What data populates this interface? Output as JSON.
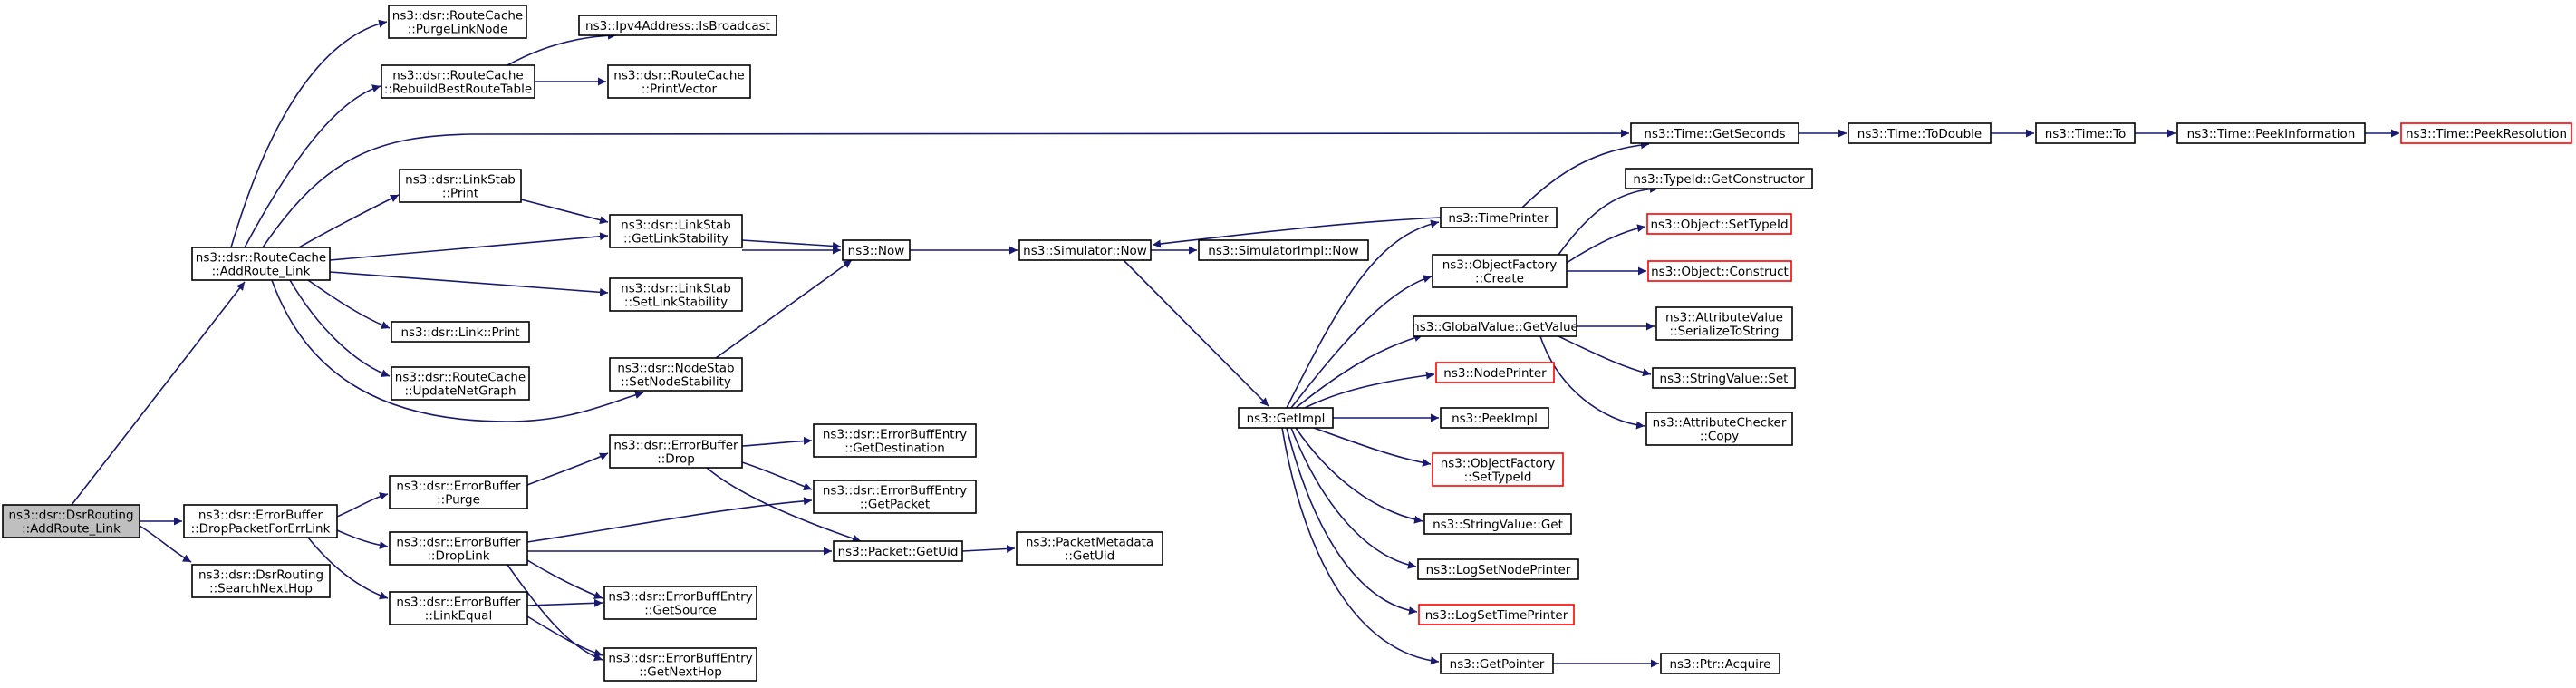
{
  "graph": {
    "colors": {
      "edge": "#191970",
      "node_border": "#000000",
      "truncated_border": "#ff0000",
      "root_fill": "#bfbfbf",
      "background": "#ffffff"
    },
    "nodes": [
      {
        "id": "root",
        "lines": [
          "ns3::dsr::DsrRouting",
          "::AddRoute_Link"
        ],
        "kind": "root"
      },
      {
        "id": "rc_addroute",
        "lines": [
          "ns3::dsr::RouteCache",
          "::AddRoute_Link"
        ]
      },
      {
        "id": "eb_droppacket",
        "lines": [
          "ns3::dsr::ErrorBuffer",
          "::DropPacketForErrLink"
        ]
      },
      {
        "id": "dsr_searchnexthop",
        "lines": [
          "ns3::dsr::DsrRouting",
          "::SearchNextHop"
        ]
      },
      {
        "id": "rc_purgelinknode",
        "lines": [
          "ns3::dsr::RouteCache",
          "::PurgeLinkNode"
        ]
      },
      {
        "id": "rc_rebuild",
        "lines": [
          "ns3::dsr::RouteCache",
          "::RebuildBestRouteTable"
        ]
      },
      {
        "id": "ipv4_isbroadcast",
        "lines": [
          "ns3::Ipv4Address::IsBroadcast"
        ]
      },
      {
        "id": "rc_printvector",
        "lines": [
          "ns3::dsr::RouteCache",
          "::PrintVector"
        ]
      },
      {
        "id": "ls_print",
        "lines": [
          "ns3::dsr::LinkStab",
          "::Print"
        ]
      },
      {
        "id": "ls_getlinkstab",
        "lines": [
          "ns3::dsr::LinkStab",
          "::GetLinkStability"
        ]
      },
      {
        "id": "ls_setlinkstab",
        "lines": [
          "ns3::dsr::LinkStab",
          "::SetLinkStability"
        ]
      },
      {
        "id": "link_print",
        "lines": [
          "ns3::dsr::Link::Print"
        ]
      },
      {
        "id": "rc_updatenetgraph",
        "lines": [
          "ns3::dsr::RouteCache",
          "::UpdateNetGraph"
        ]
      },
      {
        "id": "ns_setnodestab",
        "lines": [
          "ns3::dsr::NodeStab",
          "::SetNodeStability"
        ]
      },
      {
        "id": "ns3_now",
        "lines": [
          "ns3::Now"
        ]
      },
      {
        "id": "sim_now",
        "lines": [
          "ns3::Simulator::Now"
        ]
      },
      {
        "id": "simimpl_now",
        "lines": [
          "ns3::SimulatorImpl::Now"
        ]
      },
      {
        "id": "getimpl",
        "lines": [
          "ns3::GetImpl"
        ]
      },
      {
        "id": "time_getseconds",
        "lines": [
          "ns3::Time::GetSeconds"
        ]
      },
      {
        "id": "time_todouble",
        "lines": [
          "ns3::Time::ToDouble"
        ]
      },
      {
        "id": "time_to",
        "lines": [
          "ns3::Time::To"
        ]
      },
      {
        "id": "time_peekinfo",
        "lines": [
          "ns3::Time::PeekInformation"
        ]
      },
      {
        "id": "time_peekres",
        "lines": [
          "ns3::Time::PeekResolution"
        ],
        "kind": "truncated"
      },
      {
        "id": "timeprinter",
        "lines": [
          "ns3::TimePrinter"
        ]
      },
      {
        "id": "of_create",
        "lines": [
          "ns3::ObjectFactory",
          "::Create"
        ]
      },
      {
        "id": "typeid_getctor",
        "lines": [
          "ns3::TypeId::GetConstructor"
        ]
      },
      {
        "id": "obj_settypeid",
        "lines": [
          "ns3::Object::SetTypeId"
        ],
        "kind": "truncated"
      },
      {
        "id": "obj_construct",
        "lines": [
          "ns3::Object::Construct"
        ],
        "kind": "truncated"
      },
      {
        "id": "gv_getvalue",
        "lines": [
          "ns3::GlobalValue::GetValue"
        ]
      },
      {
        "id": "av_serialize",
        "lines": [
          "ns3::AttributeValue",
          "::SerializeToString"
        ]
      },
      {
        "id": "sv_set",
        "lines": [
          "ns3::StringValue::Set"
        ]
      },
      {
        "id": "ac_copy",
        "lines": [
          "ns3::AttributeChecker",
          "::Copy"
        ]
      },
      {
        "id": "nodeprinter",
        "lines": [
          "ns3::NodePrinter"
        ],
        "kind": "truncated"
      },
      {
        "id": "peekimpl",
        "lines": [
          "ns3::PeekImpl"
        ]
      },
      {
        "id": "of_settypeid",
        "lines": [
          "ns3::ObjectFactory",
          "::SetTypeId"
        ],
        "kind": "truncated"
      },
      {
        "id": "sv_get",
        "lines": [
          "ns3::StringValue::Get"
        ]
      },
      {
        "id": "log_setnodeprinter",
        "lines": [
          "ns3::LogSetNodePrinter"
        ]
      },
      {
        "id": "log_settimeprinter",
        "lines": [
          "ns3::LogSetTimePrinter"
        ],
        "kind": "truncated"
      },
      {
        "id": "getpointer",
        "lines": [
          "ns3::GetPointer"
        ]
      },
      {
        "id": "ptr_acquire",
        "lines": [
          "ns3::Ptr::Acquire"
        ]
      },
      {
        "id": "eb_purge",
        "lines": [
          "ns3::dsr::ErrorBuffer",
          "::Purge"
        ]
      },
      {
        "id": "eb_drop",
        "lines": [
          "ns3::dsr::ErrorBuffer",
          "::Drop"
        ]
      },
      {
        "id": "ebe_getdest",
        "lines": [
          "ns3::dsr::ErrorBuffEntry",
          "::GetDestination"
        ]
      },
      {
        "id": "ebe_getpacket",
        "lines": [
          "ns3::dsr::ErrorBuffEntry",
          "::GetPacket"
        ]
      },
      {
        "id": "eb_droplink",
        "lines": [
          "ns3::dsr::ErrorBuffer",
          "::DropLink"
        ]
      },
      {
        "id": "packet_getuid",
        "lines": [
          "ns3::Packet::GetUid"
        ]
      },
      {
        "id": "pm_getuid",
        "lines": [
          "ns3::PacketMetadata",
          "::GetUid"
        ]
      },
      {
        "id": "eb_linkequal",
        "lines": [
          "ns3::dsr::ErrorBuffer",
          "::LinkEqual"
        ]
      },
      {
        "id": "ebe_getsource",
        "lines": [
          "ns3::dsr::ErrorBuffEntry",
          "::GetSource"
        ]
      },
      {
        "id": "ebe_getnexthop",
        "lines": [
          "ns3::dsr::ErrorBuffEntry",
          "::GetNextHop"
        ]
      }
    ]
  }
}
